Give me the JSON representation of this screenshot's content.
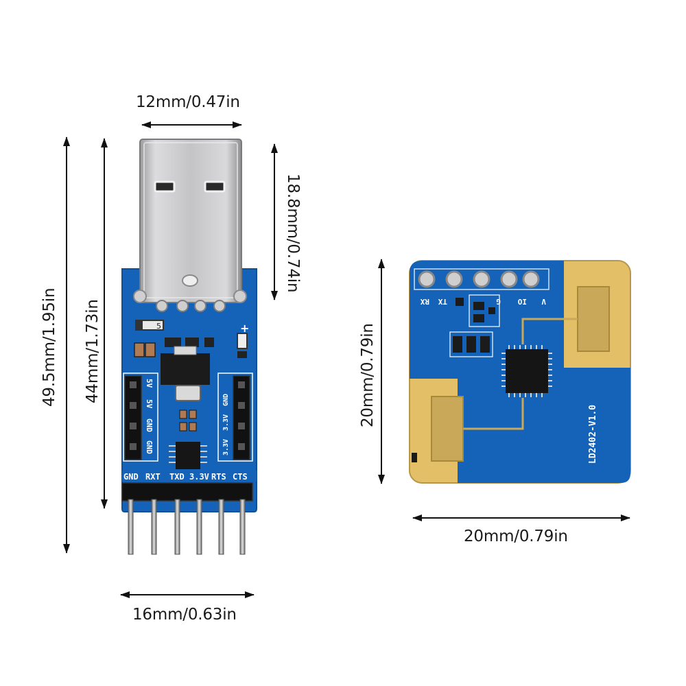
{
  "dimensions": {
    "usb_width": "12mm/0.47in",
    "usb_plug_length": "18.8mm/0.74in",
    "total_length": "49.5mm/1.95in",
    "board_length": "44mm/1.73in",
    "board_width": "16mm/0.63in",
    "radar_height": "20mm/0.79in",
    "radar_width": "20mm/0.79in"
  },
  "usb_board": {
    "bottom_header_labels": [
      "GND",
      "RXT",
      "TXD",
      "3.3V",
      "RTS",
      "CTS"
    ],
    "left_header_labels": [
      "5V",
      "5V",
      "GND",
      "GND"
    ],
    "right_header_labels": [
      "GND",
      "3.3V",
      "3.3V"
    ],
    "plus_marking": "+",
    "led_marking": "5"
  },
  "radar_module": {
    "pin_labels": [
      "RX",
      "TX",
      "G",
      "IO",
      "V"
    ],
    "model_marking": "LD2402-V1.0"
  },
  "colors": {
    "pcb_blue": "#1563b8",
    "pcb_gold": "#e3c067",
    "usb_metal": "#c9c9cb",
    "ink": "#1a1a1a"
  }
}
